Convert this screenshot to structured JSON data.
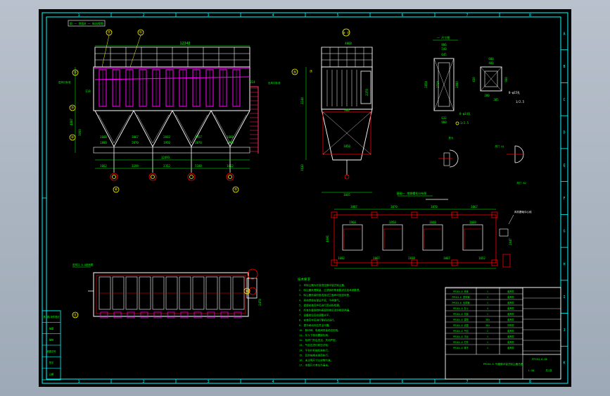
{
  "app": {
    "title": "CAD drawing viewer"
  },
  "border": {
    "top_numbers": [
      "1",
      "2",
      "3",
      "4",
      "5",
      "6",
      "7",
      "8"
    ],
    "bottom_numbers": [
      "1",
      "2",
      "3",
      "4",
      "5",
      "6",
      "7",
      "8"
    ],
    "right_letters": [
      "A",
      "B",
      "C",
      "D",
      "E",
      "F",
      "G",
      "H",
      "I",
      "J",
      "K"
    ]
  },
  "front_view": {
    "title": "前 一 侧面A 一 纵向视图",
    "callouts": [
      "⑪",
      "①",
      "②",
      "③",
      "④",
      "⑤",
      "⑥"
    ],
    "overall_length": "12340",
    "left_dims": [
      "4887",
      "3000",
      "118"
    ],
    "bay_dims_top": [
      "1660",
      "3067",
      "2833",
      "3457",
      "1660"
    ],
    "bay_dims_mid": [
      "1880",
      "2070",
      "1950",
      "1070",
      "1880"
    ],
    "base_dims": [
      "1662",
      "3198",
      "2352",
      "5188",
      "1662"
    ],
    "mid_dim": "12493",
    "right_dim": "314",
    "left_label": "进风口标准",
    "right_label": "出风口标准"
  },
  "side_view": {
    "callouts": [
      "⑩ ⑪",
      "⑤",
      "⑦"
    ],
    "top_dim": "4068",
    "height_dims": [
      "2144",
      "2378",
      "1630"
    ],
    "hopper_dim": "1850",
    "base_dim": "1035",
    "mid_dim": "480"
  },
  "detail_a": {
    "title": "一 尺寸图",
    "dims": [
      "886",
      "540",
      "645",
      "2854",
      "2714",
      "2880",
      "632",
      "900"
    ],
    "note": "8-φ14孔",
    "pitch": "1/2.5"
  },
  "detail_b": {
    "dims": [
      "600",
      "480",
      "430",
      "280",
      "305",
      "900"
    ],
    "note": "8-φ15孔",
    "pitch": "1/2.5"
  },
  "small_details": {
    "labels": [
      "放大",
      "风门 A1",
      "风门 A2"
    ]
  },
  "plan_view": {
    "title": "基础一 地脚螺栓分布图",
    "top_dims": [
      "3087",
      "3070",
      "3070",
      "3067"
    ],
    "bottom_dims": [
      "1682",
      "3067",
      "2838",
      "3067",
      "1652"
    ],
    "inner_dims": [
      "1960",
      "1950",
      "1840",
      "1660"
    ],
    "left_dim": "4006",
    "right_dim": "2047",
    "right_label": "风机基础中心线"
  },
  "top_view": {
    "callouts": [
      "⑪",
      "⑩"
    ],
    "left_label": "进风口 A-A剖面图",
    "right_dim": "2478"
  },
  "notes": {
    "title": "技术要求",
    "lines": [
      "1. 本除尘器为长袋低压脉冲袋式除尘器。",
      "2. 除尘器处理风量、过滤面积等参数详见技术参数表。",
      "3. 除尘器安装时各连接法兰面间均加密封垫。",
      "4. 壳体焊接应保证严密，不得漏气。",
      "5. 滤袋安装完毕后进行荧光粉检漏。",
      "6. 所有外露钢结构表面除锈后涂防锈漆两遍。",
      "7. 设备就位后应调整水平。",
      "8. 安装完毕后进行整机试运行。",
      "9. 提升阀动作应灵活可靠。",
      "10. 脉冲阀、电磁阀安装前应检验。",
      "11. 灰斗下部设置卸灰阀。",
      "12. 检修门开启灵活，关闭严密。",
      "13. 气包应进行耐压试验。",
      "14. 平台栏杆按标准执行。",
      "15. 其余按相关规范执行。",
      "16. 未注明尺寸以实物为准。",
      "17. 本图尺寸单位为毫米。"
    ]
  },
  "left_stamp": {
    "rows": [
      "借(通)用件登记",
      "描图",
      "描校",
      "底图总号",
      "签字",
      "日期"
    ]
  },
  "title_block": {
    "rows": [
      [
        "PPC64-6 壳体",
        "1",
        "组焊件"
      ],
      [
        "PPC64-6 进风管",
        "1",
        "组焊件"
      ],
      [
        "PPC64-6 出风管",
        "1",
        "组焊件"
      ],
      [
        "PPC64-6 灰斗",
        "4",
        "组焊件"
      ],
      [
        "PPC64-6 花板",
        "1",
        "组焊件"
      ],
      [
        "PPC64-6 袋笼",
        "384",
        "组焊件"
      ],
      [
        "PPC64-6 滤袋",
        "384",
        "外购件"
      ],
      [
        "PPC64-6 气包",
        "2",
        "组焊件"
      ],
      [
        "PPC64-6 平台",
        "1",
        "组焊件"
      ],
      [
        "PPC64-6 栏杆",
        "1",
        "组焊件"
      ],
      [
        "PPC64-6 梯子",
        "1",
        "组焊件"
      ]
    ],
    "drawing_name": "PPC64-6 气箱脉冲袋式除尘器总图",
    "drawing_no": "PPC64-6-00",
    "scale": "1:50",
    "sheet": "共1张"
  },
  "colors": {
    "border": "#00ffff",
    "outline": "#ffffff",
    "dimension": "#00ff00",
    "bag": "#ff00ff",
    "hidden": "#ff0000",
    "accent": "#ffff00"
  }
}
